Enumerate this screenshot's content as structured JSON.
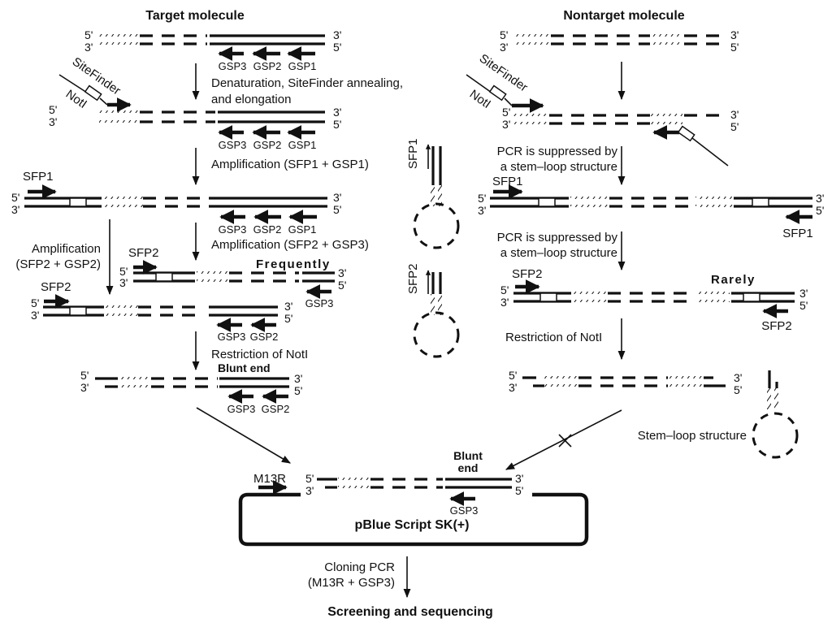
{
  "titles": {
    "target": "Target molecule",
    "nontarget": "Nontarget molecule"
  },
  "ends": {
    "five": "5'",
    "three": "3'"
  },
  "primers": {
    "gsp1": "GSP1",
    "gsp2": "GSP2",
    "gsp3": "GSP3",
    "sfp1": "SFP1",
    "sfp2": "SFP2",
    "m13r": "M13R",
    "sitefinder": "SiteFinder",
    "notl": "NotI"
  },
  "target_steps": {
    "step1_line1": "Denaturation, SiteFinder annealing,",
    "step1_line2": "and elongation",
    "step2": "Amplification (SFP1 + GSP1)",
    "step3": "Amplification (SFP2 + GSP3)",
    "side_line1": "Amplification",
    "side_line2": "(SFP2 + GSP2)",
    "frequently": "Frequently",
    "restriction": "Restriction of NotI",
    "blunt_end": "Blunt end"
  },
  "nontarget_steps": {
    "suppressed_line1": "PCR is suppressed by",
    "suppressed_line2": "a stem–loop structure",
    "rarely": "Rarely",
    "restriction": "Restriction of NotI",
    "stem_loop": "Stem–loop structure"
  },
  "vector": {
    "blunt_line1": "Blunt",
    "blunt_line2": "end",
    "name": "pBlue Script SK(+)",
    "cloning_line1": "Cloning PCR",
    "cloning_line2": "(M13R + GSP3)",
    "final": "Screening and sequencing"
  }
}
